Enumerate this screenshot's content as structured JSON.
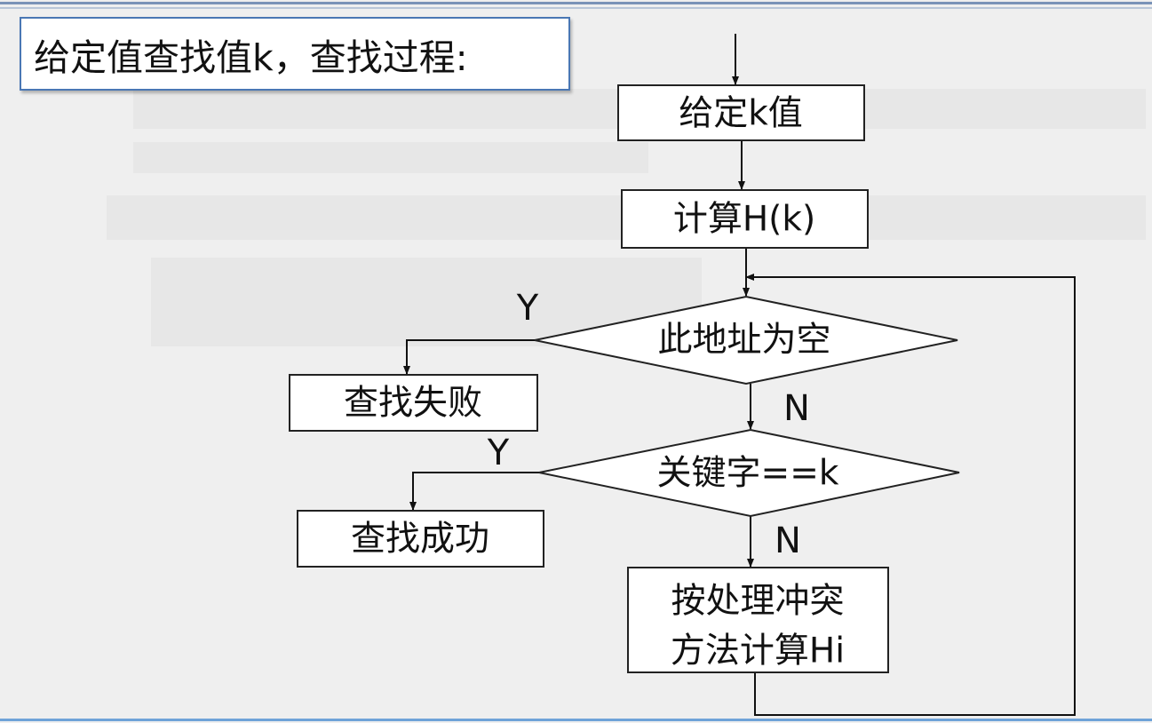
{
  "title": "给定值查找值k，查找过程:",
  "nodes": {
    "given_k": "给定k值",
    "compute_hk": "计算H(k)",
    "address_empty": "此地址为空",
    "search_fail": "查找失败",
    "key_equals": "关键字==k",
    "search_success": "查找成功",
    "collision_line1": "按处理冲突",
    "collision_line2": "方法计算Hi"
  },
  "edge_labels": {
    "empty_yes": "Y",
    "empty_no": "N",
    "key_yes": "Y",
    "key_no": "N"
  }
}
